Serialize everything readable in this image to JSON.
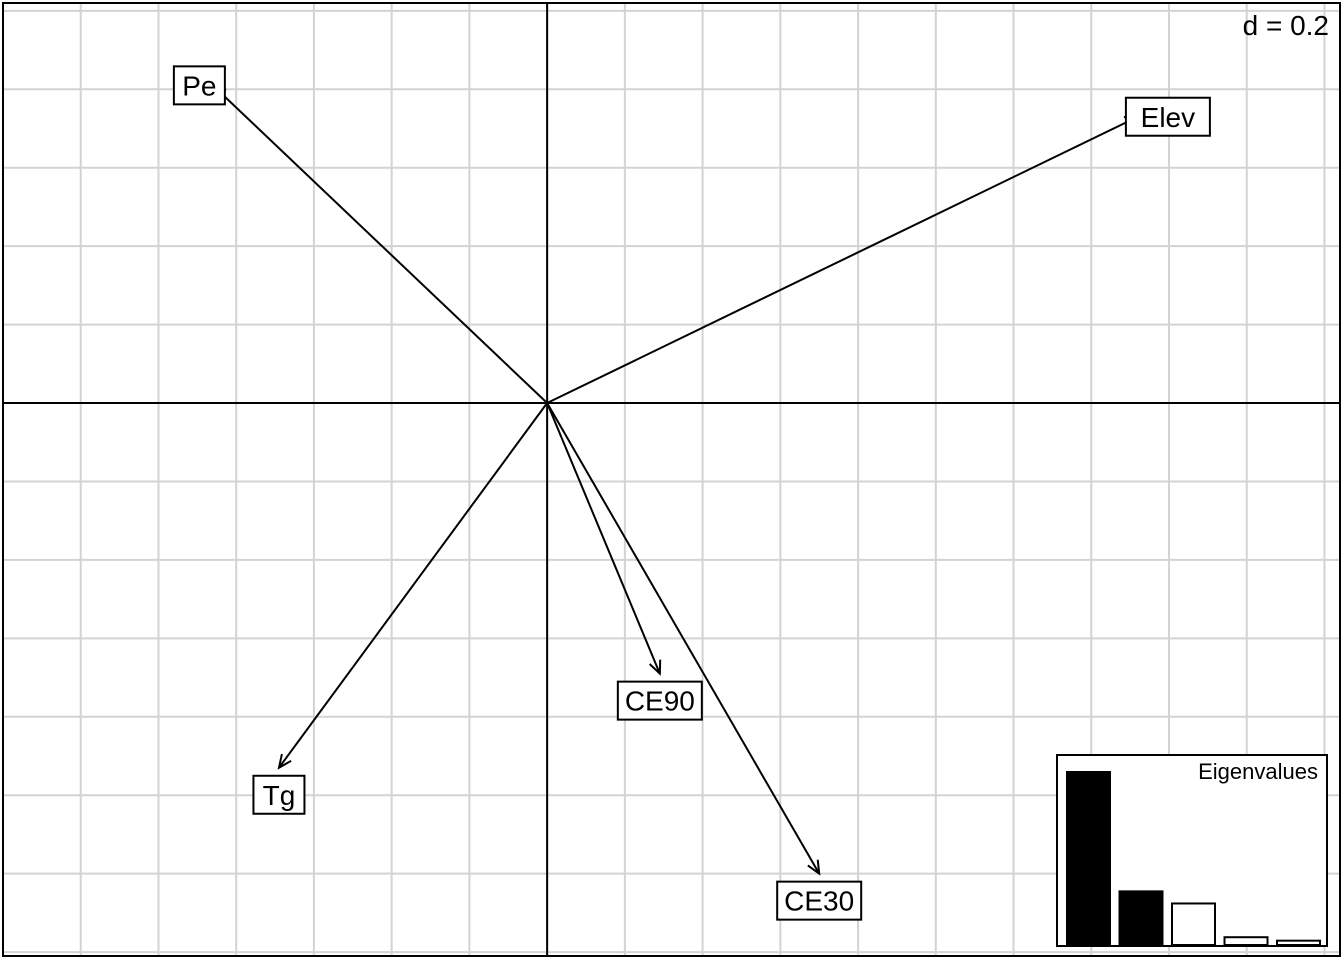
{
  "chart_data": {
    "type": "biplot",
    "scale_label": "d = 0.2",
    "grid_step": 0.2,
    "xlim": [
      -1.4,
      2.04
    ],
    "ylim": [
      -1.41,
      1.02
    ],
    "arrows": [
      {
        "label": "Pe",
        "x": -0.86,
        "y": 0.81
      },
      {
        "label": "Elev",
        "x": 1.52,
        "y": 0.73
      },
      {
        "label": "Tg",
        "x": -0.69,
        "y": -0.93
      },
      {
        "label": "CE90",
        "x": 0.29,
        "y": -0.69
      },
      {
        "label": "CE30",
        "x": 0.7,
        "y": -1.2
      }
    ],
    "eigen_inset": {
      "title": "Eigenvalues",
      "values": [
        1.0,
        0.31,
        0.24,
        0.045,
        0.025
      ],
      "retained": 2
    },
    "grid": true
  },
  "colors": {
    "grid": "#d3d3d3",
    "axis": "#000000",
    "arrow": "#000000",
    "retained_bar": "#000000",
    "other_bar": "#ffffff"
  }
}
